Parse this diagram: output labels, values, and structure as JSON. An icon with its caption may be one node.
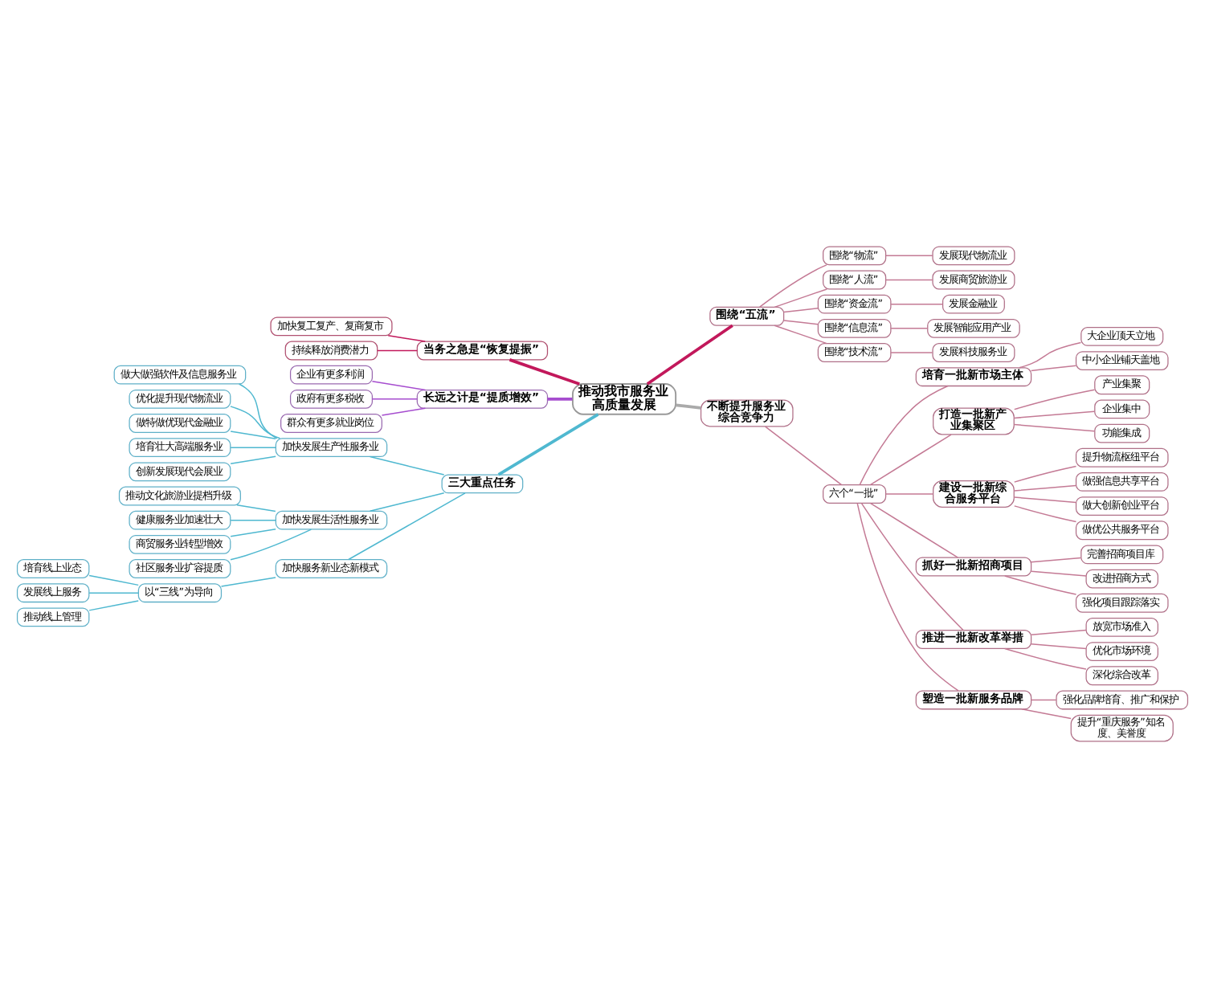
{
  "diagram": {
    "nodes": [
      {
        "text": [
          "推动我市服务业高质量发展"
        ]
      },
      {
        "text": [
          "当务之急是“恢复提振”"
        ]
      },
      {
        "text": [
          "加快复工复产、复商复市"
        ]
      },
      {
        "text": [
          "持续释放消费潜力"
        ]
      },
      {
        "text": [
          "长远之计是“提质增效”"
        ]
      },
      {
        "text": [
          "企业有更多利润"
        ]
      },
      {
        "text": [
          "政府有更多税收"
        ]
      },
      {
        "text": [
          "群众有更多就业岗位"
        ]
      },
      {
        "text": [
          "三大重点任务"
        ]
      },
      {
        "text": [
          "加快发展生产性服务业"
        ]
      },
      {
        "text": [
          "做大做强软件及信息服务业"
        ]
      },
      {
        "text": [
          "优化提升现代物流业"
        ]
      },
      {
        "text": [
          "做特做优现代金融业"
        ]
      },
      {
        "text": [
          "培育壮大高端服务业"
        ]
      },
      {
        "text": [
          "创新发展现代会展业"
        ]
      },
      {
        "text": [
          "加快发展生活性服务业"
        ]
      },
      {
        "text": [
          "推动文化旅游业提档升级"
        ]
      },
      {
        "text": [
          "健康服务业加速壮大"
        ]
      },
      {
        "text": [
          "商贸服务业转型增效"
        ]
      },
      {
        "text": [
          "社区服务业扩容提质"
        ]
      },
      {
        "text": [
          "加快服务新业态新模式"
        ]
      },
      {
        "text": [
          "以“三线”为导向"
        ]
      },
      {
        "text": [
          "培育线上业态"
        ]
      },
      {
        "text": [
          "发展线上服务"
        ]
      },
      {
        "text": [
          "推动线上管理"
        ]
      },
      {
        "text": [
          "围绕“五流”"
        ]
      },
      {
        "text": [
          "围绕“物流”"
        ]
      },
      {
        "text": [
          "发展现代物流业"
        ]
      },
      {
        "text": [
          "围绕“人流”"
        ]
      },
      {
        "text": [
          "发展商贸旅游业"
        ]
      },
      {
        "text": [
          "围绕“资金流”"
        ]
      },
      {
        "text": [
          "发展金融业"
        ]
      },
      {
        "text": [
          "围绕“信息流”"
        ]
      },
      {
        "text": [
          "发展智能应用产业"
        ]
      },
      {
        "text": [
          "围绕“技术流”"
        ]
      },
      {
        "text": [
          "发展科技服务业"
        ]
      },
      {
        "text": [
          "不断提升服务业综合竞争力"
        ]
      },
      {
        "text": [
          "六个“一批”"
        ]
      },
      {
        "text": [
          "培育一批新市场主体"
        ]
      },
      {
        "text": [
          "大企业顶天立地"
        ]
      },
      {
        "text": [
          "中小企业铺天盖地"
        ]
      },
      {
        "text": [
          "打造一批新产业集聚区"
        ]
      },
      {
        "text": [
          "产业集聚"
        ]
      },
      {
        "text": [
          "企业集中"
        ]
      },
      {
        "text": [
          "功能集成"
        ]
      },
      {
        "text": [
          "建设一批新综合服务平台"
        ]
      },
      {
        "text": [
          "提升物流枢纽平台"
        ]
      },
      {
        "text": [
          "做强信息共享平台"
        ]
      },
      {
        "text": [
          "做大创新创业平台"
        ]
      },
      {
        "text": [
          "做优公共服务平台"
        ]
      },
      {
        "text": [
          "抓好一批新招商项目"
        ]
      },
      {
        "text": [
          "完善招商项目库"
        ]
      },
      {
        "text": [
          "改进招商方式"
        ]
      },
      {
        "text": [
          "强化项目跟踪落实"
        ]
      },
      {
        "text": [
          "推进一批新改革举措"
        ]
      },
      {
        "text": [
          "放宽市场准入"
        ]
      },
      {
        "text": [
          "优化市场环境"
        ]
      },
      {
        "text": [
          "深化综合改革"
        ]
      },
      {
        "text": [
          "塑造一批新服务品牌"
        ]
      },
      {
        "text": [
          "强化品牌培育、推广和保护"
        ]
      },
      {
        "text": [
          "提升“重庆服务”知名度、美誉度"
        ]
      }
    ],
    "edges": [
      {
        "from": 0,
        "to": 1,
        "arrow": "none",
        "color": "#c2185b"
      },
      {
        "from": 1,
        "to": 2,
        "arrow": "none",
        "color": "#c2185b"
      },
      {
        "from": 1,
        "to": 3,
        "arrow": "none",
        "color": "#c2185b"
      },
      {
        "from": 0,
        "to": 4,
        "arrow": "none",
        "color": "#a64dcf"
      },
      {
        "from": 4,
        "to": 5,
        "arrow": "none",
        "color": "#a64dcf"
      },
      {
        "from": 4,
        "to": 6,
        "arrow": "none",
        "color": "#a64dcf"
      },
      {
        "from": 4,
        "to": 7,
        "arrow": "none",
        "color": "#a64dcf"
      },
      {
        "from": 0,
        "to": 8,
        "arrow": "none",
        "color": "#4fb8d0"
      },
      {
        "from": 8,
        "to": 9,
        "arrow": "none",
        "color": "#4fb8d0"
      },
      {
        "from": 9,
        "to": 10,
        "arrow": "none",
        "color": "#4fb8d0"
      },
      {
        "from": 9,
        "to": 11,
        "arrow": "none",
        "color": "#4fb8d0"
      },
      {
        "from": 9,
        "to": 12,
        "arrow": "none",
        "color": "#4fb8d0"
      },
      {
        "from": 9,
        "to": 13,
        "arrow": "none",
        "color": "#4fb8d0"
      },
      {
        "from": 9,
        "to": 14,
        "arrow": "none",
        "color": "#4fb8d0"
      },
      {
        "from": 8,
        "to": 15,
        "arrow": "none",
        "color": "#4fb8d0"
      },
      {
        "from": 15,
        "to": 16,
        "arrow": "none",
        "color": "#4fb8d0"
      },
      {
        "from": 15,
        "to": 17,
        "arrow": "none",
        "color": "#4fb8d0"
      },
      {
        "from": 15,
        "to": 18,
        "arrow": "none",
        "color": "#4fb8d0"
      },
      {
        "from": 15,
        "to": 19,
        "arrow": "none",
        "color": "#4fb8d0"
      },
      {
        "from": 8,
        "to": 20,
        "arrow": "none",
        "color": "#4fb8d0"
      },
      {
        "from": 20,
        "to": 21,
        "arrow": "none",
        "color": "#4fb8d0"
      },
      {
        "from": 21,
        "to": 22,
        "arrow": "none",
        "color": "#4fb8d0"
      },
      {
        "from": 21,
        "to": 23,
        "arrow": "none",
        "color": "#4fb8d0"
      },
      {
        "from": 21,
        "to": 24,
        "arrow": "none",
        "color": "#4fb8d0"
      },
      {
        "from": 0,
        "to": 25,
        "arrow": "none",
        "color": "#c2185b"
      },
      {
        "from": 25,
        "to": 26,
        "arrow": "none"
      },
      {
        "from": 26,
        "to": 27,
        "arrow": "none"
      },
      {
        "from": 25,
        "to": 28,
        "arrow": "none"
      },
      {
        "from": 28,
        "to": 29,
        "arrow": "none"
      },
      {
        "from": 25,
        "to": 30,
        "arrow": "none"
      },
      {
        "from": 30,
        "to": 31,
        "arrow": "none"
      },
      {
        "from": 25,
        "to": 32,
        "arrow": "none"
      },
      {
        "from": 32,
        "to": 33,
        "arrow": "none"
      },
      {
        "from": 25,
        "to": 34,
        "arrow": "none"
      },
      {
        "from": 34,
        "to": 35,
        "arrow": "none"
      },
      {
        "from": 0,
        "to": 36,
        "arrow": "none",
        "color": "#aaaaaa"
      },
      {
        "from": 36,
        "to": 37,
        "arrow": "none"
      },
      {
        "from": 37,
        "to": 38,
        "arrow": "none"
      },
      {
        "from": 38,
        "to": 39,
        "arrow": "none"
      },
      {
        "from": 38,
        "to": 40,
        "arrow": "none"
      },
      {
        "from": 37,
        "to": 41,
        "arrow": "none"
      },
      {
        "from": 41,
        "to": 42,
        "arrow": "none"
      },
      {
        "from": 41,
        "to": 43,
        "arrow": "none"
      },
      {
        "from": 41,
        "to": 44,
        "arrow": "none"
      },
      {
        "from": 37,
        "to": 45,
        "arrow": "none"
      },
      {
        "from": 45,
        "to": 46,
        "arrow": "none"
      },
      {
        "from": 45,
        "to": 47,
        "arrow": "none"
      },
      {
        "from": 45,
        "to": 48,
        "arrow": "none"
      },
      {
        "from": 45,
        "to": 49,
        "arrow": "none"
      },
      {
        "from": 37,
        "to": 50,
        "arrow": "none"
      },
      {
        "from": 50,
        "to": 51,
        "arrow": "none"
      },
      {
        "from": 50,
        "to": 52,
        "arrow": "none"
      },
      {
        "from": 50,
        "to": 53,
        "arrow": "none"
      },
      {
        "from": 37,
        "to": 54,
        "arrow": "none"
      },
      {
        "from": 54,
        "to": 55,
        "arrow": "none"
      },
      {
        "from": 54,
        "to": 56,
        "arrow": "none"
      },
      {
        "from": 54,
        "to": 57,
        "arrow": "none"
      },
      {
        "from": 37,
        "to": 58,
        "arrow": "none"
      },
      {
        "from": 58,
        "to": 59,
        "arrow": "none"
      },
      {
        "from": 58,
        "to": 60,
        "arrow": "none"
      }
    ]
  }
}
